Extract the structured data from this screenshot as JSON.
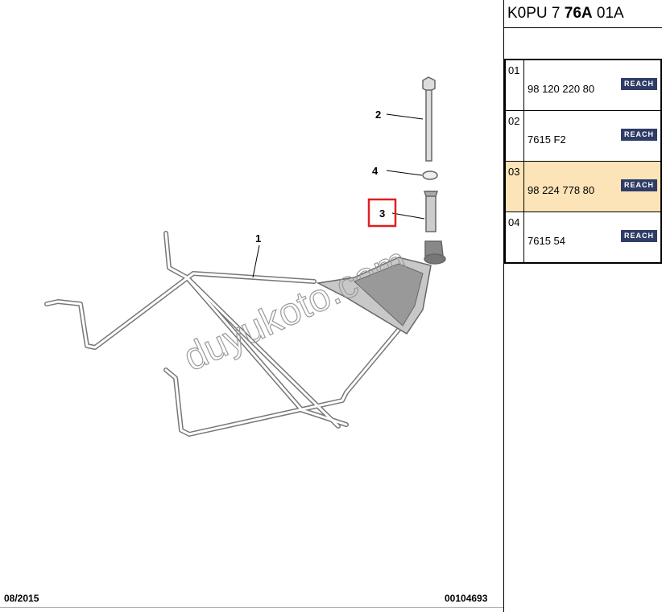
{
  "header": {
    "ref_prefix": "K0PU 7 ",
    "ref_bold": "76A",
    "ref_suffix": " 01A"
  },
  "parts": [
    {
      "index": "01",
      "part_number": "98 120 220 80",
      "badge": "REACH",
      "selected": false
    },
    {
      "index": "02",
      "part_number": "7615 F2",
      "badge": "REACH",
      "selected": false
    },
    {
      "index": "03",
      "part_number": "98 224 778 80",
      "badge": "REACH",
      "selected": true
    },
    {
      "index": "04",
      "part_number": "7615 54",
      "badge": "REACH",
      "selected": false
    }
  ],
  "callouts": {
    "c1": "1",
    "c2": "2",
    "c3": "3",
    "c4": "4"
  },
  "watermark": "duyukoto.com",
  "footer": {
    "date": "08/2015",
    "code": "00104693"
  },
  "colors": {
    "highlight": "#fde4b8",
    "reach_badge": "#2e3c66",
    "callout_box": "#e02020"
  }
}
